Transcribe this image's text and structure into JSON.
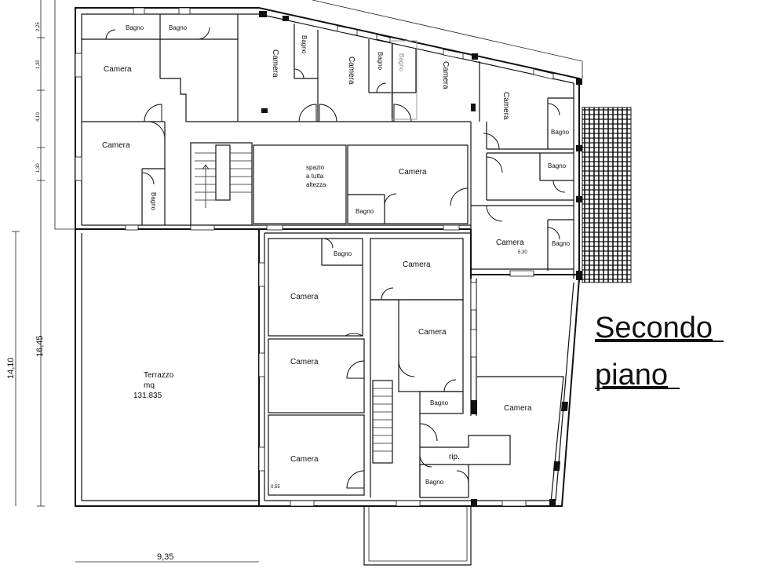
{
  "title": [
    "Secondo",
    "piano"
  ],
  "rooms": {
    "bagno": "Bagno",
    "camera": "Camera",
    "spazio": [
      "spazio",
      "a tutta",
      "altezza"
    ],
    "terrazzo": [
      "Terrazzo",
      "mq",
      "131.835"
    ],
    "rip": "rip."
  },
  "dimensions": {
    "d_2_25": "2,25",
    "d_1_30a": "1,30",
    "d_4_10": "4,10",
    "d_1_30b": "1,30",
    "d_14_10": "14,10",
    "d_16_45": "16,45",
    "d_9_35": "9,35",
    "d_5_30": "5,30",
    "d_0_55": "0,55"
  }
}
